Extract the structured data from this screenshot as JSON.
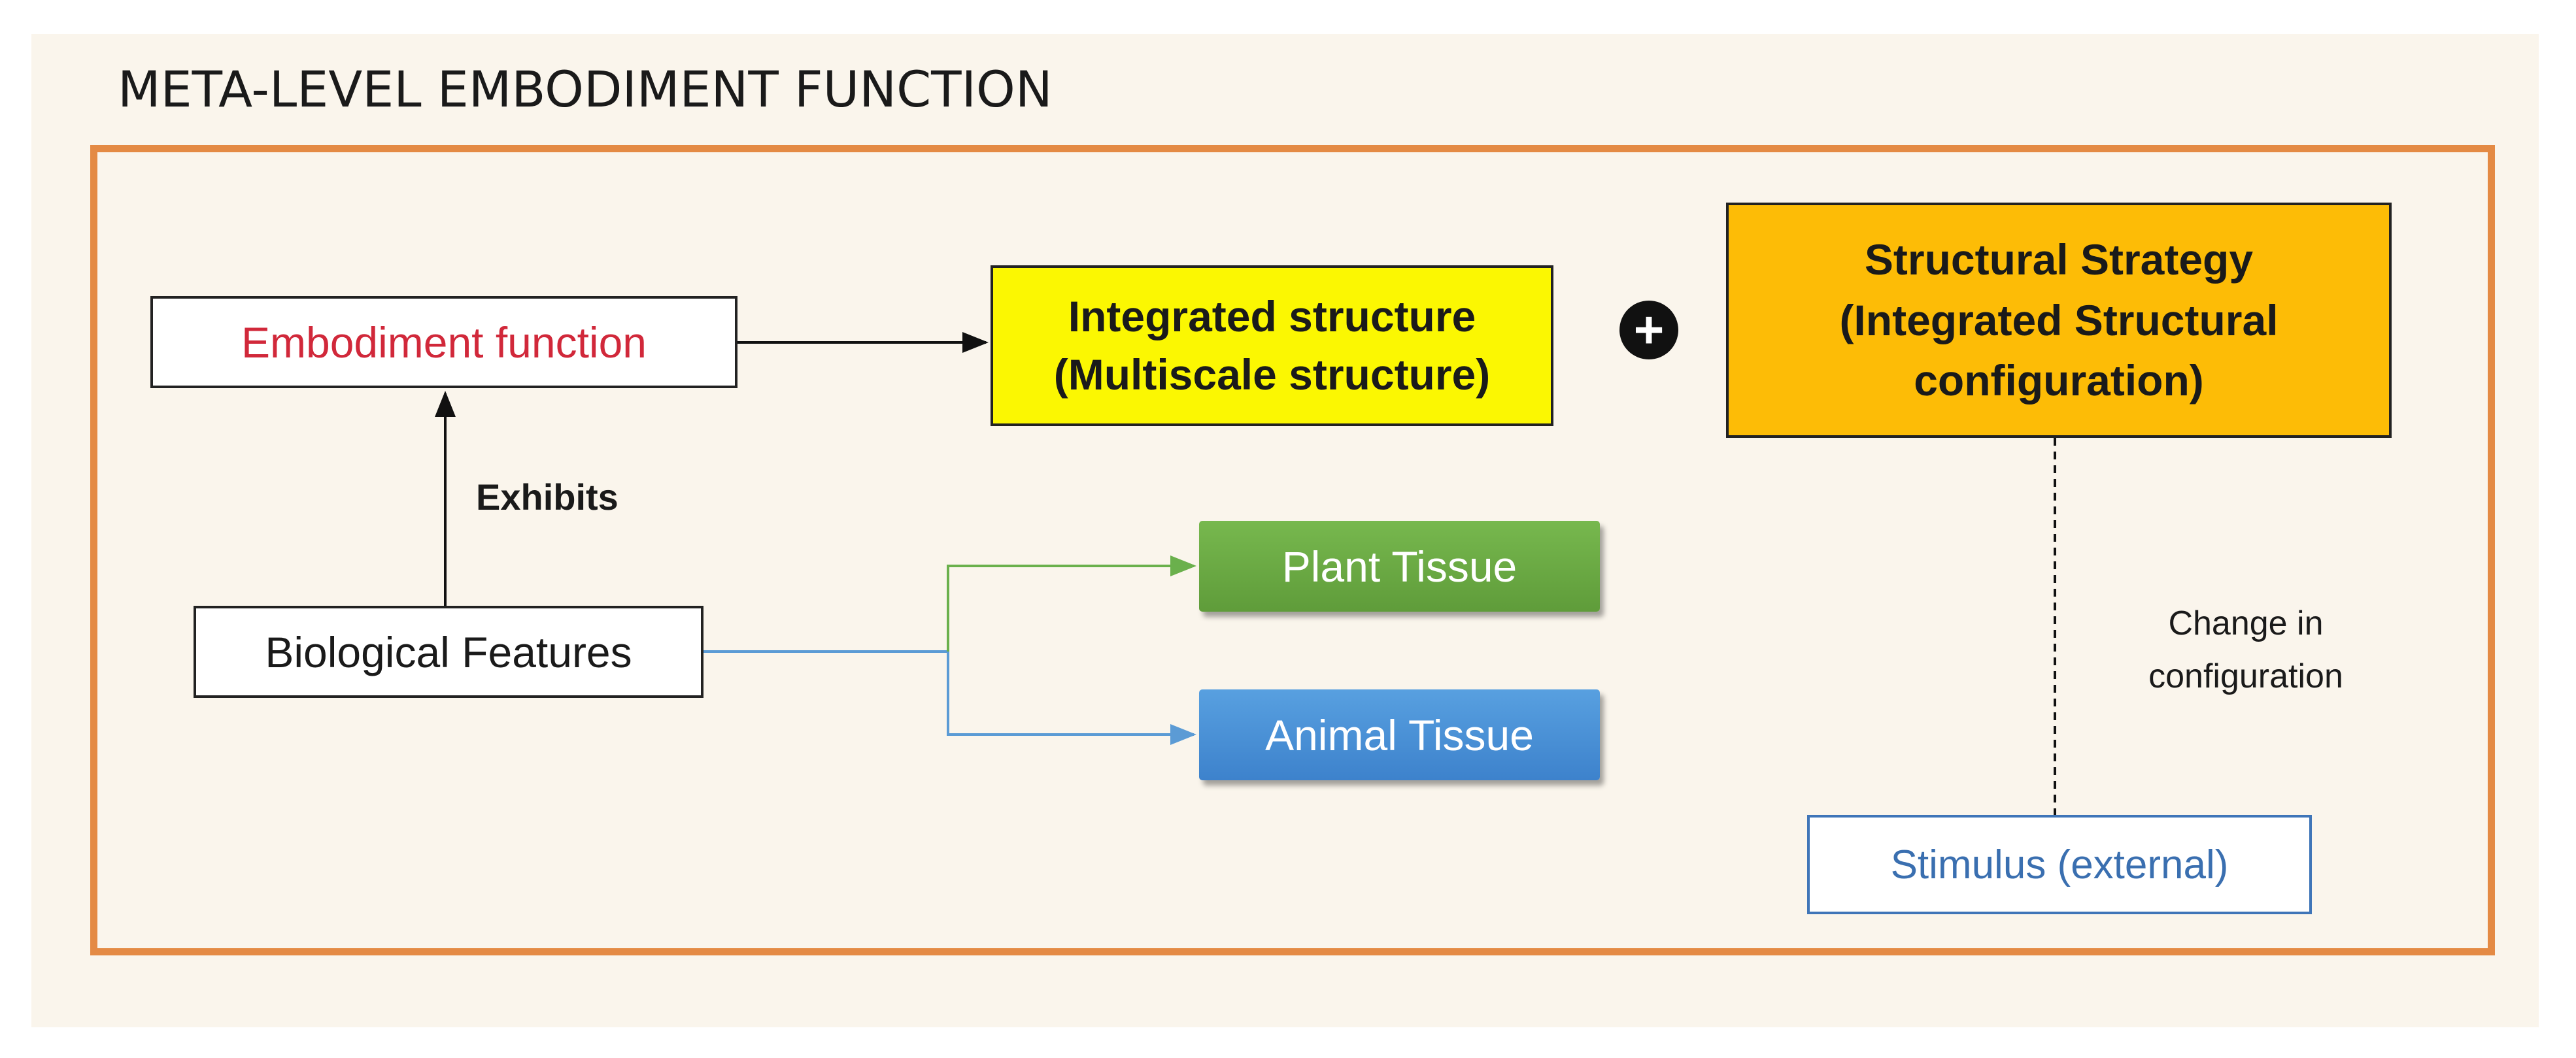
{
  "title": "META-LEVEL EMBODIMENT FUNCTION",
  "nodes": {
    "embodiment_function": "Embodiment function",
    "biological_features": "Biological Features",
    "integrated_structure": {
      "line1": "Integrated structure",
      "line2": "(Multiscale structure)"
    },
    "structural_strategy": {
      "line1": "Structural Strategy",
      "line2": "(Integrated Structural",
      "line3": "configuration)"
    },
    "plant_tissue": "Plant Tissue",
    "animal_tissue": "Animal Tissue",
    "stimulus": "Stimulus (external)"
  },
  "edge_labels": {
    "exhibits": "Exhibits",
    "change_line1": "Change in",
    "change_line2": "configuration"
  },
  "plus_symbol": "+",
  "colors": {
    "frame": "#e48a44",
    "embodiment_text": "#d1283a",
    "integrated_fill": "#fbf702",
    "strategy_fill": "#fdbc06",
    "plant_fill": "#6aa945",
    "animal_fill": "#4a90d9",
    "stimulus_text": "#3a6fb0",
    "green_link": "#6ab04c",
    "blue_link": "#5b9bd5"
  }
}
